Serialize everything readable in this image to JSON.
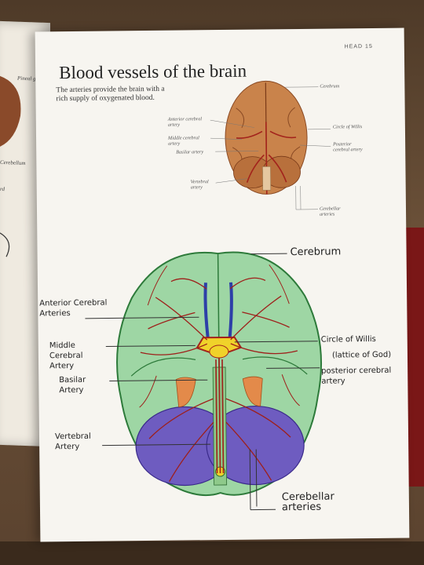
{
  "page": {
    "header_ref": "HEAD  15",
    "title": "Blood vessels of the brain",
    "subtitle": "The arteries provide the brain with a rich supply of oxygenated blood."
  },
  "left_page": {
    "labels": [
      "Pineal gland",
      "Cerebellum",
      "rd"
    ]
  },
  "printed_diagram": {
    "labels": {
      "cerebrum": "Cerebrum",
      "anterior": "Anterior cerebral artery",
      "middle": "Middle cerebral artery",
      "basilar": "Basilar artery",
      "vertebral": "Vertebral artery",
      "circle": "Circle of Willis",
      "posterior": "Posterior cerebral artery",
      "cerebellar": "Cerebellar arteries"
    }
  },
  "handwritten_diagram": {
    "labels": {
      "cerebrum": "Cerebrum",
      "anterior": "Anterior Cerebral Arteries",
      "middle": "Middle Cerebral Artery",
      "basilar": "Basilar Artery",
      "vertebral": "Vertebral Artery",
      "circle": "Circle of Willis",
      "circle_note": "(lattice of God)",
      "posterior": "posterior cerebral artery",
      "cerebellar": "Cerebellar arteries"
    }
  },
  "colors": {
    "page": "#f7f5f0",
    "brain_printed": "#c9834b",
    "brain_green": "#9ed6a4",
    "cerebellum_purple": "#6e5cc0",
    "artery_red": "#9e1f1a",
    "willis_yellow": "#f0d22a",
    "vessel_blue": "#2d3fa8"
  }
}
